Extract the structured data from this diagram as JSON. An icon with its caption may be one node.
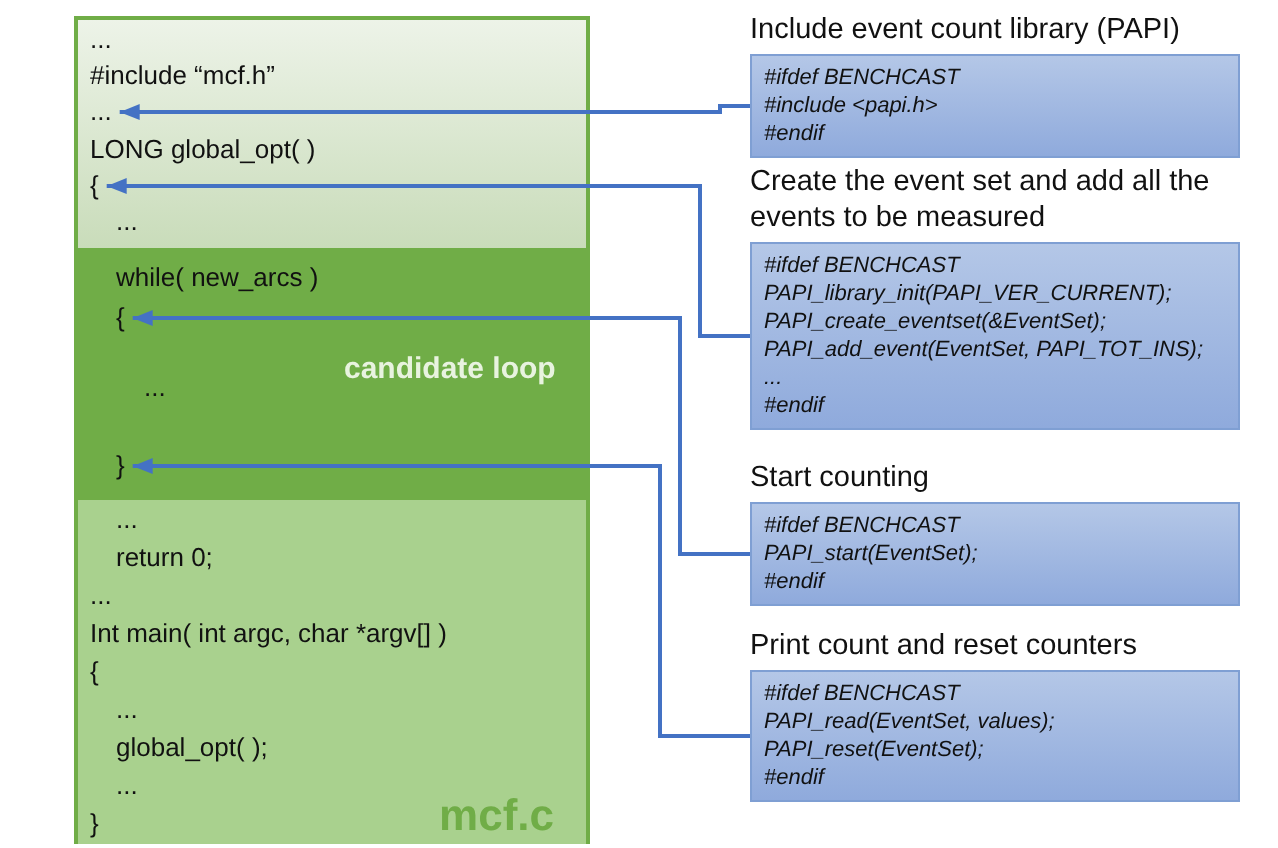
{
  "diagram": {
    "nodes": [
      {
        "text": [],
        "shape": "box"
      },
      {
        "text": [],
        "shape": "box",
        "in": 0
      },
      {
        "text": [
          "..."
        ],
        "in": 1
      },
      {
        "text": [
          "#include “mcf.h”"
        ],
        "in": 1
      },
      {
        "text": [
          "..."
        ],
        "in": 1
      },
      {
        "text": [
          "LONG global_opt( )"
        ],
        "in": 1
      },
      {
        "text": [
          "{"
        ],
        "in": 1
      },
      {
        "text": [
          "..."
        ],
        "in": 1
      },
      {
        "text": [
          "candidate loop"
        ],
        "in": 0
      },
      {
        "text": [
          "while( new_arcs )"
        ],
        "in": 8
      },
      {
        "text": [
          "{"
        ],
        "in": 8
      },
      {
        "text": [
          "..."
        ],
        "in": 8
      },
      {
        "text": [
          "}"
        ],
        "in": 8
      },
      {
        "text": [
          "mcf.c"
        ],
        "in": 0
      },
      {
        "text": [
          "..."
        ],
        "in": 13
      },
      {
        "text": [
          "return 0;"
        ],
        "in": 13
      },
      {
        "text": [
          "..."
        ],
        "in": 13
      },
      {
        "text": [
          "Int main( int argc, char *argv[] )"
        ],
        "in": 13
      },
      {
        "text": [
          "{"
        ],
        "in": 13
      },
      {
        "text": [
          "..."
        ],
        "in": 13
      },
      {
        "text": [
          "global_opt( );"
        ],
        "in": 13
      },
      {
        "text": [
          "..."
        ],
        "in": 13
      },
      {
        "text": [
          "}"
        ],
        "in": 13
      },
      {
        "text": [
          "Include event count library (PAPI)",
          "#ifdef BENCHCAST",
          "#include <papi.h>",
          "#endif"
        ]
      },
      {
        "text": [
          "Create the event set and add all the events to be measured",
          "#ifdef BENCHCAST",
          "PAPI_library_init(PAPI_VER_CURRENT);",
          "PAPI_create_eventset(&EventSet);",
          "PAPI_add_event(EventSet, PAPI_TOT_INS);",
          "...",
          "#endif"
        ]
      },
      {
        "text": [
          "Start counting",
          "#ifdef BENCHCAST",
          "PAPI_start(EventSet);",
          "#endif"
        ]
      },
      {
        "text": [
          "Print count and reset counters",
          "#ifdef BENCHCAST",
          "PAPI_read(EventSet, values);",
          "PAPI_reset(EventSet);",
          "#endif"
        ]
      }
    ],
    "edges": [
      {
        "from": 23,
        "to": 4,
        "arrow": "to"
      },
      {
        "from": 24,
        "to": 6,
        "arrow": "to"
      },
      {
        "from": 25,
        "to": 10,
        "arrow": "to"
      },
      {
        "from": 26,
        "to": 12,
        "arrow": "to"
      }
    ]
  }
}
